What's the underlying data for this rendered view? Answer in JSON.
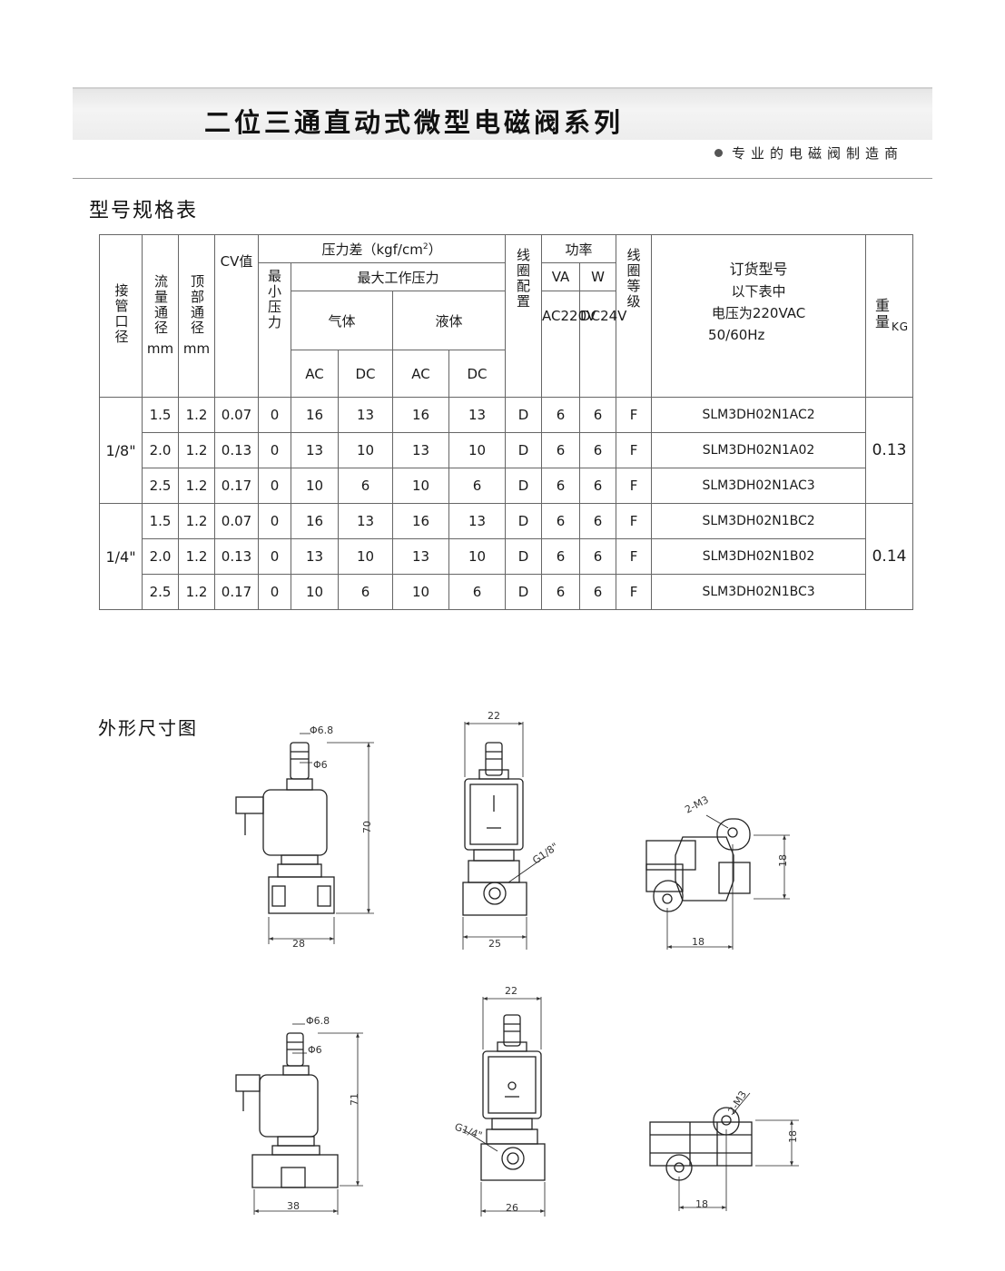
{
  "header": {
    "title": "二位三通直动式微型电磁阀系列",
    "subtitle": "专业的电磁阀制造商"
  },
  "sections": {
    "spec_title": "型号规格表",
    "dim_title": "外形尺寸图"
  },
  "table": {
    "h_port": "接管口径",
    "h_flow": "流量通径",
    "h_flow_unit": "mm",
    "h_top": "顶部通径",
    "h_top_unit": "mm",
    "h_cv": "CV",
    "h_cv2": "值",
    "h_pressure": "压力差（kgf/cm",
    "h_pressure_sup": "2",
    "h_pressure_end": "）",
    "h_min": "最小压力",
    "h_max": "最大工作压力",
    "h_gas": "气体",
    "h_liquid": "液体",
    "h_ac": "AC",
    "h_dc": "DC",
    "h_coil": "线圈配置",
    "h_power": "功率",
    "h_va": "VA",
    "h_w": "W",
    "h_ac220_a": "AC",
    "h_ac220_b": "220V",
    "h_dc24_a": "DC",
    "h_dc24_b": "24V",
    "h_grade": "线圈等级",
    "h_order1": "订货型号",
    "h_order2": "以下表中",
    "h_order3": "电压为220VAC",
    "h_order4": "50/60Hz",
    "h_weight": "重量",
    "h_weight_unit": "KG",
    "groups": [
      {
        "port": "1/8\"",
        "weight": "0.13",
        "rows": [
          {
            "flow": "1.5",
            "top": "1.2",
            "cv": "0.07",
            "min": "0",
            "gas_ac": "16",
            "gas_dc": "13",
            "liq_ac": "16",
            "liq_dc": "13",
            "coil": "D",
            "va": "6",
            "w": "6",
            "grade": "F",
            "model": "SLM3DH02N1AC2"
          },
          {
            "flow": "2.0",
            "top": "1.2",
            "cv": "0.13",
            "min": "0",
            "gas_ac": "13",
            "gas_dc": "10",
            "liq_ac": "13",
            "liq_dc": "10",
            "coil": "D",
            "va": "6",
            "w": "6",
            "grade": "F",
            "model": "SLM3DH02N1A02"
          },
          {
            "flow": "2.5",
            "top": "1.2",
            "cv": "0.17",
            "min": "0",
            "gas_ac": "10",
            "gas_dc": "6",
            "liq_ac": "10",
            "liq_dc": "6",
            "coil": "D",
            "va": "6",
            "w": "6",
            "grade": "F",
            "model": "SLM3DH02N1AC3"
          }
        ]
      },
      {
        "port": "1/4\"",
        "weight": "0.14",
        "rows": [
          {
            "flow": "1.5",
            "top": "1.2",
            "cv": "0.07",
            "min": "0",
            "gas_ac": "16",
            "gas_dc": "13",
            "liq_ac": "16",
            "liq_dc": "13",
            "coil": "D",
            "va": "6",
            "w": "6",
            "grade": "F",
            "model": "SLM3DH02N1BC2"
          },
          {
            "flow": "2.0",
            "top": "1.2",
            "cv": "0.13",
            "min": "0",
            "gas_ac": "13",
            "gas_dc": "10",
            "liq_ac": "13",
            "liq_dc": "10",
            "coil": "D",
            "va": "6",
            "w": "6",
            "grade": "F",
            "model": "SLM3DH02N1B02"
          },
          {
            "flow": "2.5",
            "top": "1.2",
            "cv": "0.17",
            "min": "0",
            "gas_ac": "10",
            "gas_dc": "6",
            "liq_ac": "10",
            "liq_dc": "6",
            "coil": "D",
            "va": "6",
            "w": "6",
            "grade": "F",
            "model": "SLM3DH02N1BC3"
          }
        ]
      }
    ]
  },
  "drawings": {
    "d1": {
      "phi_outer": "Φ6.8",
      "phi_inner": "Φ6",
      "height": "70",
      "width": "28"
    },
    "d2": {
      "top": "22",
      "thread": "G1/8\"",
      "width": "25"
    },
    "d3": {
      "holes": "2-M3",
      "height": "18",
      "width": "18"
    },
    "d4": {
      "phi_outer": "Φ6.8",
      "phi_inner": "Φ6",
      "height": "71",
      "width": "38"
    },
    "d5": {
      "top": "22",
      "thread": "G1/4\"",
      "width": "26"
    },
    "d6": {
      "holes": "2-M3",
      "height": "18",
      "width": "18"
    }
  }
}
